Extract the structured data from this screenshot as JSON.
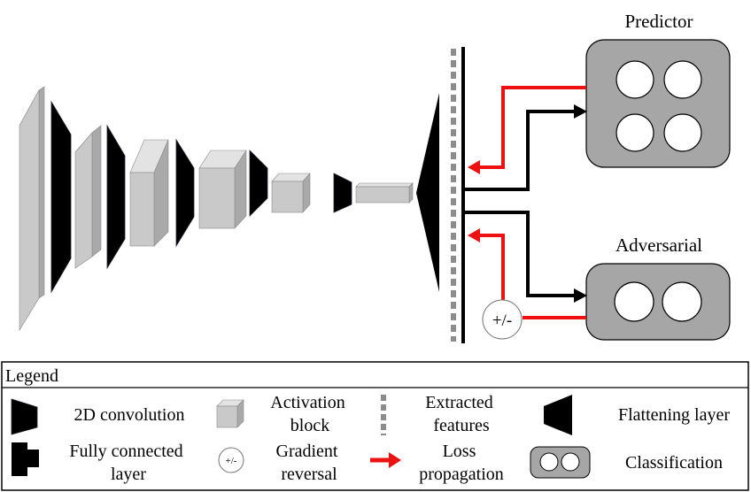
{
  "labels": {
    "predictor": "Predictor",
    "adversarial": "Adversarial",
    "gradient_reversal_symbol": "+/-"
  },
  "legend": {
    "title": "Legend",
    "items": [
      {
        "key": "conv2d",
        "lines": [
          "2D convolution"
        ],
        "icon": "2d-convolution-icon"
      },
      {
        "key": "activation",
        "lines": [
          "Activation",
          "block"
        ],
        "icon": "activation-block-icon"
      },
      {
        "key": "extracted",
        "lines": [
          "Extracted",
          "features"
        ],
        "icon": "extracted-features-icon"
      },
      {
        "key": "flatten",
        "lines": [
          "Flattening layer"
        ],
        "icon": "flattening-layer-icon"
      },
      {
        "key": "fc",
        "lines": [
          "Fully connected",
          "layer"
        ],
        "icon": "fully-connected-layer-icon"
      },
      {
        "key": "gradrev",
        "lines": [
          "Gradient",
          "reversal"
        ],
        "icon": "gradient-reversal-icon",
        "symbol": "+/-"
      },
      {
        "key": "loss",
        "lines": [
          "Loss",
          "propagation"
        ],
        "icon": "loss-propagation-icon"
      },
      {
        "key": "classification",
        "lines": [
          "Classification"
        ],
        "icon": "classification-icon"
      }
    ]
  },
  "colors": {
    "loss_arrow": "#ee1111",
    "forward_arrow": "#000000",
    "classifier_fill": "#a6a6a6",
    "block_front": "#c9c9c9",
    "block_side": "#a9a9a9",
    "block_top": "#e3e3e3",
    "conv_fill": "#000000",
    "dashed_features": "#8c8c8c"
  }
}
